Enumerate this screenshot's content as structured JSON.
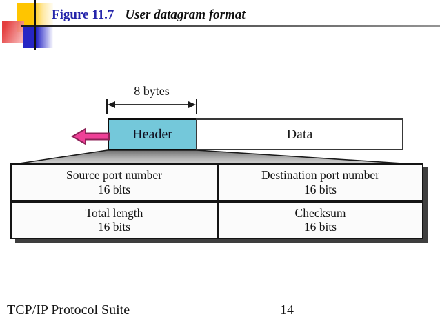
{
  "slide": {
    "figure_label": "Figure 11.7",
    "figure_title": "User datagram format",
    "footer_text": "TCP/IP Protocol Suite",
    "page_number": "14"
  },
  "diagram": {
    "measure_label": "8 bytes",
    "header_label": "Header",
    "data_label": "Data",
    "fields": {
      "rows": [
        [
          {
            "name": "Source port number",
            "bits": "16 bits"
          },
          {
            "name": "Destination port number",
            "bits": "16 bits"
          }
        ],
        [
          {
            "name": "Total length",
            "bits": "16 bits"
          },
          {
            "name": "Checksum",
            "bits": "16 bits"
          }
        ]
      ]
    }
  },
  "colors": {
    "figure_label_blue": "#2424aa",
    "header_fill": "#74c8da",
    "arrow_fill": "#ee4097",
    "arrow_outline": "#8c2257",
    "table_shadow": "#3e3e3e",
    "accent_yellow": "#ffc500",
    "accent_red": "#e23030",
    "accent_blue": "#2626c4"
  }
}
